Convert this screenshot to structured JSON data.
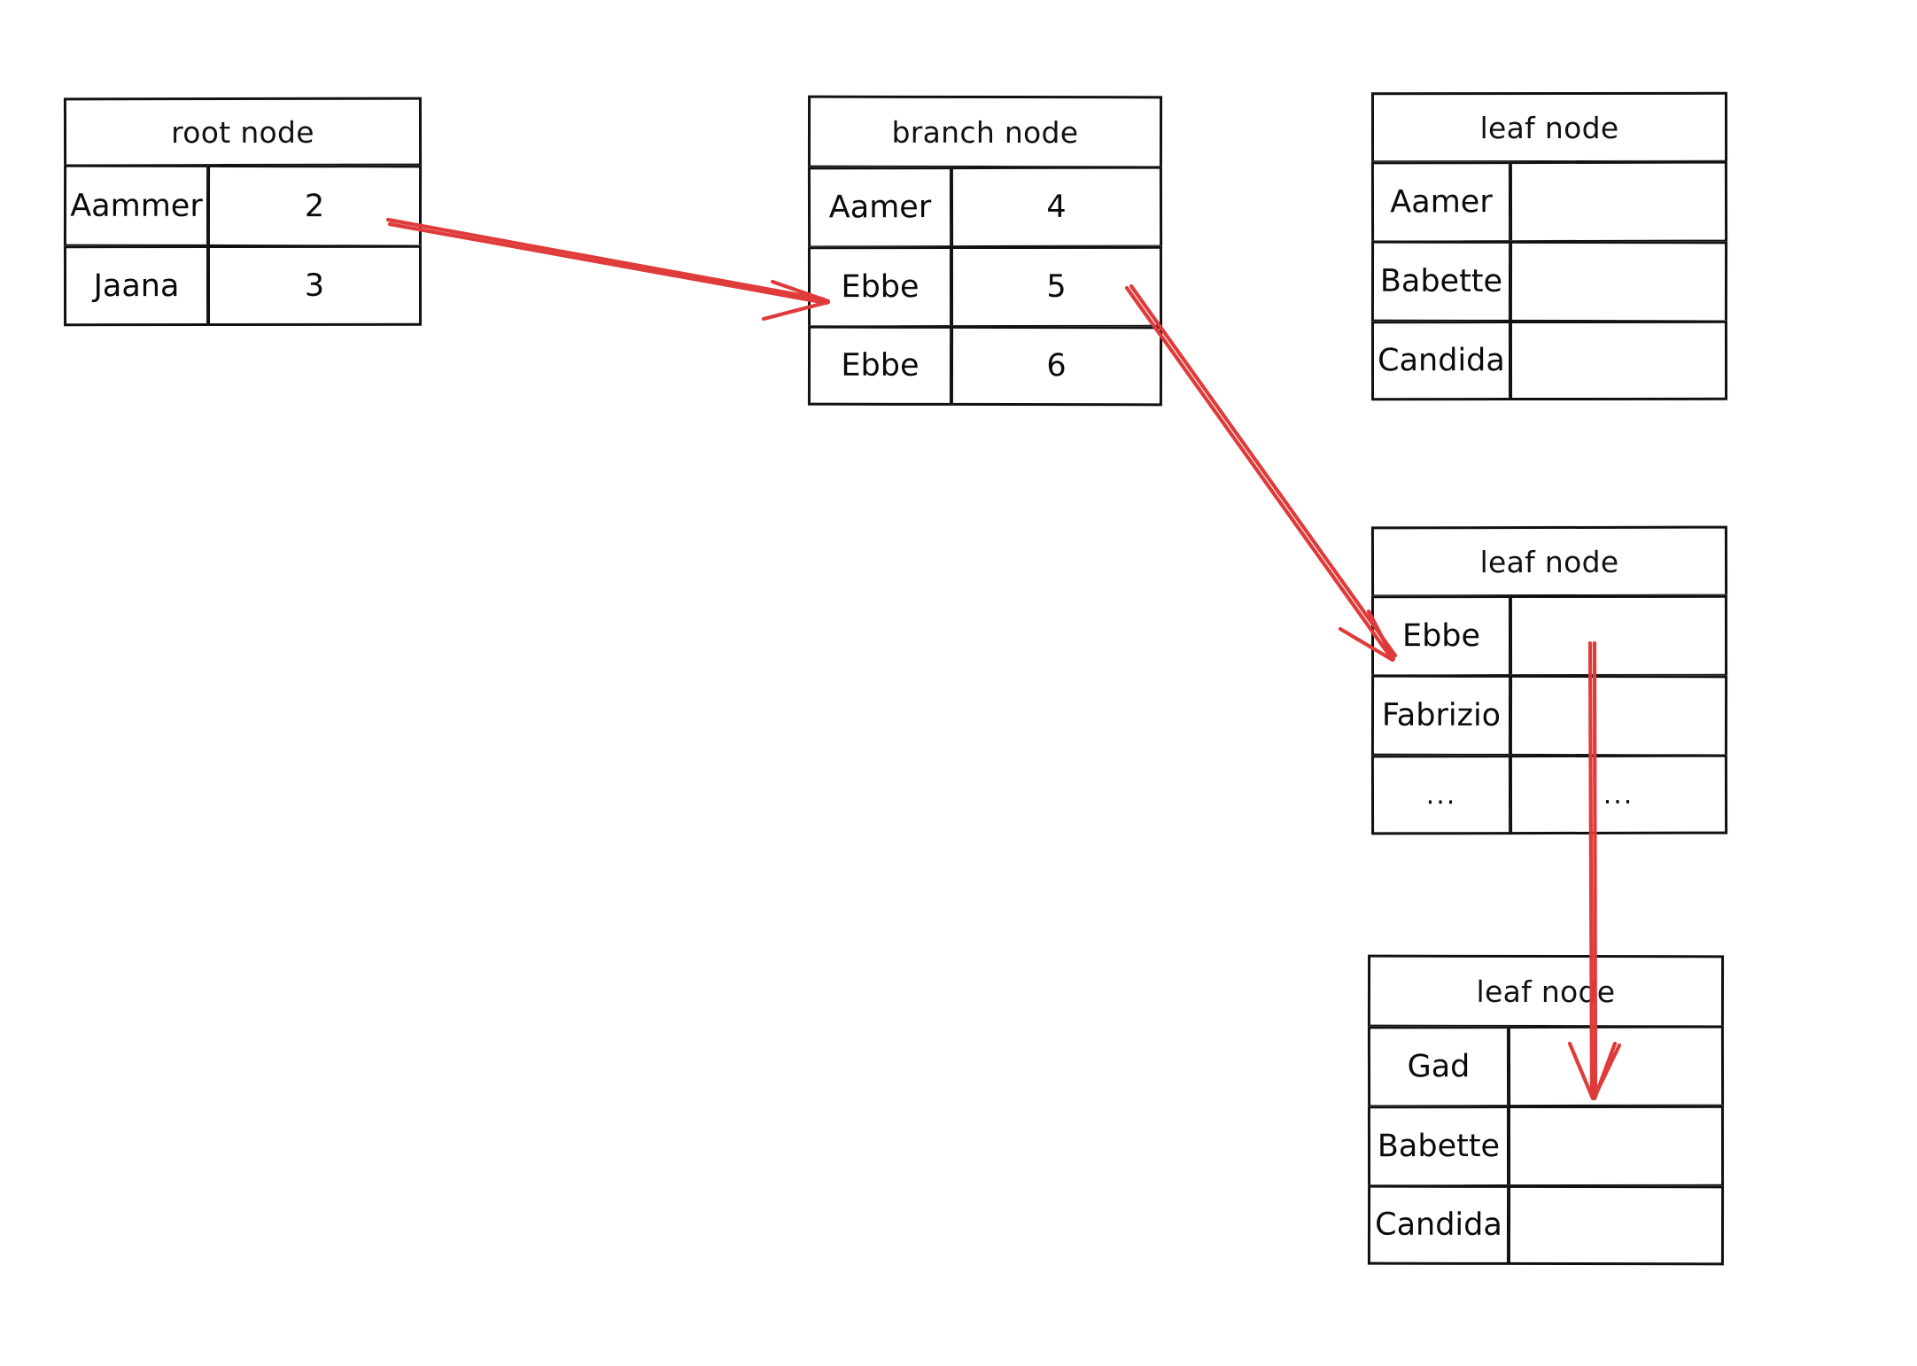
{
  "diagram": {
    "title": "b-tree node traversal diagram",
    "background_color": "#ffffff",
    "stroke_color": "#111111",
    "arrow_color": "#e03b3b"
  },
  "nodes": [
    {
      "id": "root",
      "header": "root node",
      "rows": [
        {
          "key": "Aammer",
          "value": "2"
        },
        {
          "key": "Jaana",
          "value": "3"
        }
      ]
    },
    {
      "id": "branch",
      "header": "branch node",
      "rows": [
        {
          "key": "Aamer",
          "value": "4"
        },
        {
          "key": "Ebbe",
          "value": "5"
        },
        {
          "key": "Ebbe",
          "value": "6"
        }
      ]
    },
    {
      "id": "leaf1",
      "header": "leaf node",
      "rows": [
        {
          "key": "Aamer",
          "value": ""
        },
        {
          "key": "Babette",
          "value": ""
        },
        {
          "key": "Candida",
          "value": ""
        }
      ]
    },
    {
      "id": "leaf2",
      "header": "leaf node",
      "rows": [
        {
          "key": "Ebbe",
          "value": ""
        },
        {
          "key": "Fabrizio",
          "value": ""
        },
        {
          "key": "...",
          "value": "..."
        }
      ]
    },
    {
      "id": "leaf3",
      "header": "leaf node",
      "rows": [
        {
          "key": "Gad",
          "value": ""
        },
        {
          "key": "Babette",
          "value": ""
        },
        {
          "key": "Candida",
          "value": ""
        }
      ]
    }
  ],
  "arrows": [
    {
      "id": "root-to-branch",
      "from": "root.Aammer.value",
      "to": "branch.Ebbe.key"
    },
    {
      "id": "branch-to-leaf2",
      "from": "branch.Ebbe.value",
      "to": "leaf2.Ebbe.key"
    },
    {
      "id": "leaf2-to-leaf3",
      "from": "leaf2.Ebbe.value",
      "to": "leaf3.Gad.value"
    }
  ]
}
